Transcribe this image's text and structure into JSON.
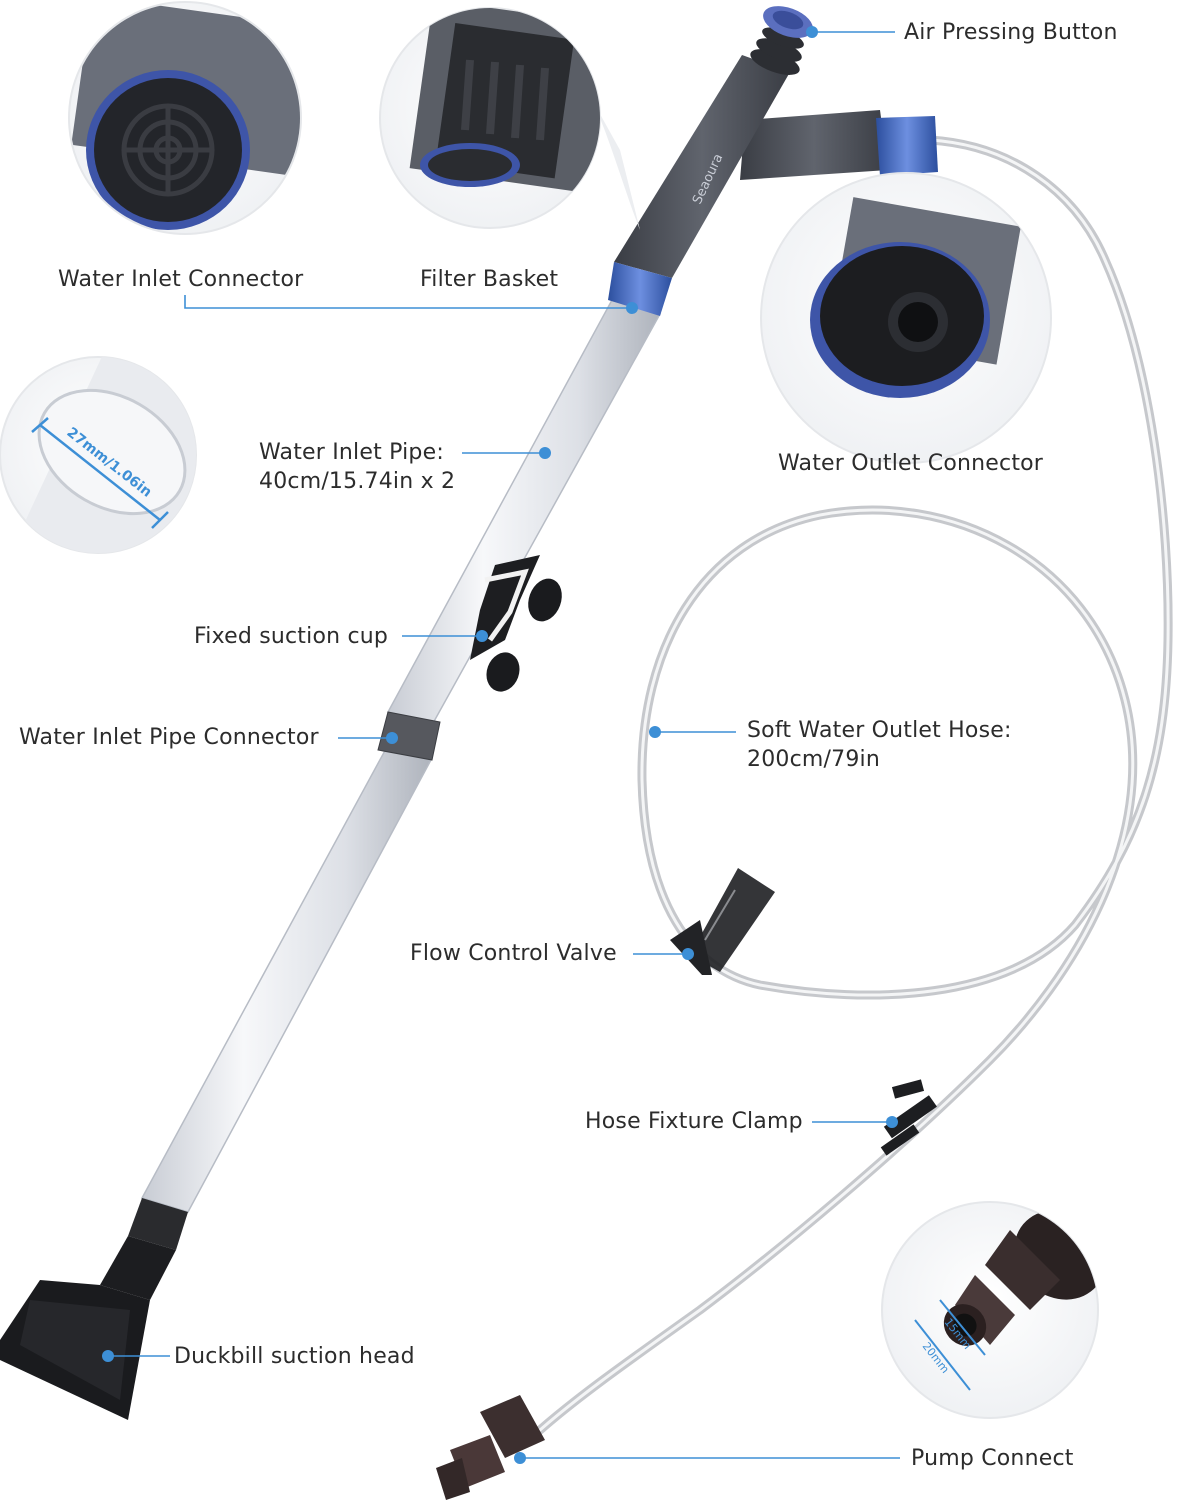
{
  "brand": {
    "logo_text": "Seaoura"
  },
  "labels": {
    "air_button": "Air Pressing Button",
    "water_inlet_connector": "Water Inlet Connector",
    "filter_basket": "Filter Basket",
    "water_outlet_connector": "Water Outlet Connector",
    "water_inlet_pipe_line1": "Water Inlet Pipe:",
    "water_inlet_pipe_line2": "40cm/15.74in x 2",
    "fixed_suction_cup": "Fixed suction cup",
    "pipe_connector": "Water Inlet Pipe Connector",
    "soft_hose_line1": "Soft Water Outlet Hose:",
    "soft_hose_line2": "200cm/79in",
    "flow_control_valve": "Flow Control Valve",
    "hose_fixture_clamp": "Hose Fixture Clamp",
    "duckbill_head": "Duckbill suction head",
    "pump_connect": "Pump Connect"
  },
  "dimensions": {
    "pipe_diameter": "27mm/1.06in",
    "pump_inner": "15mm",
    "pump_outer": "20mm"
  },
  "colors": {
    "accent_blue": "#3d8fd6",
    "ring_blue": "#4a6fc4",
    "body_gray": "#4c4f57",
    "hose_gray": "#c9cbcf"
  }
}
